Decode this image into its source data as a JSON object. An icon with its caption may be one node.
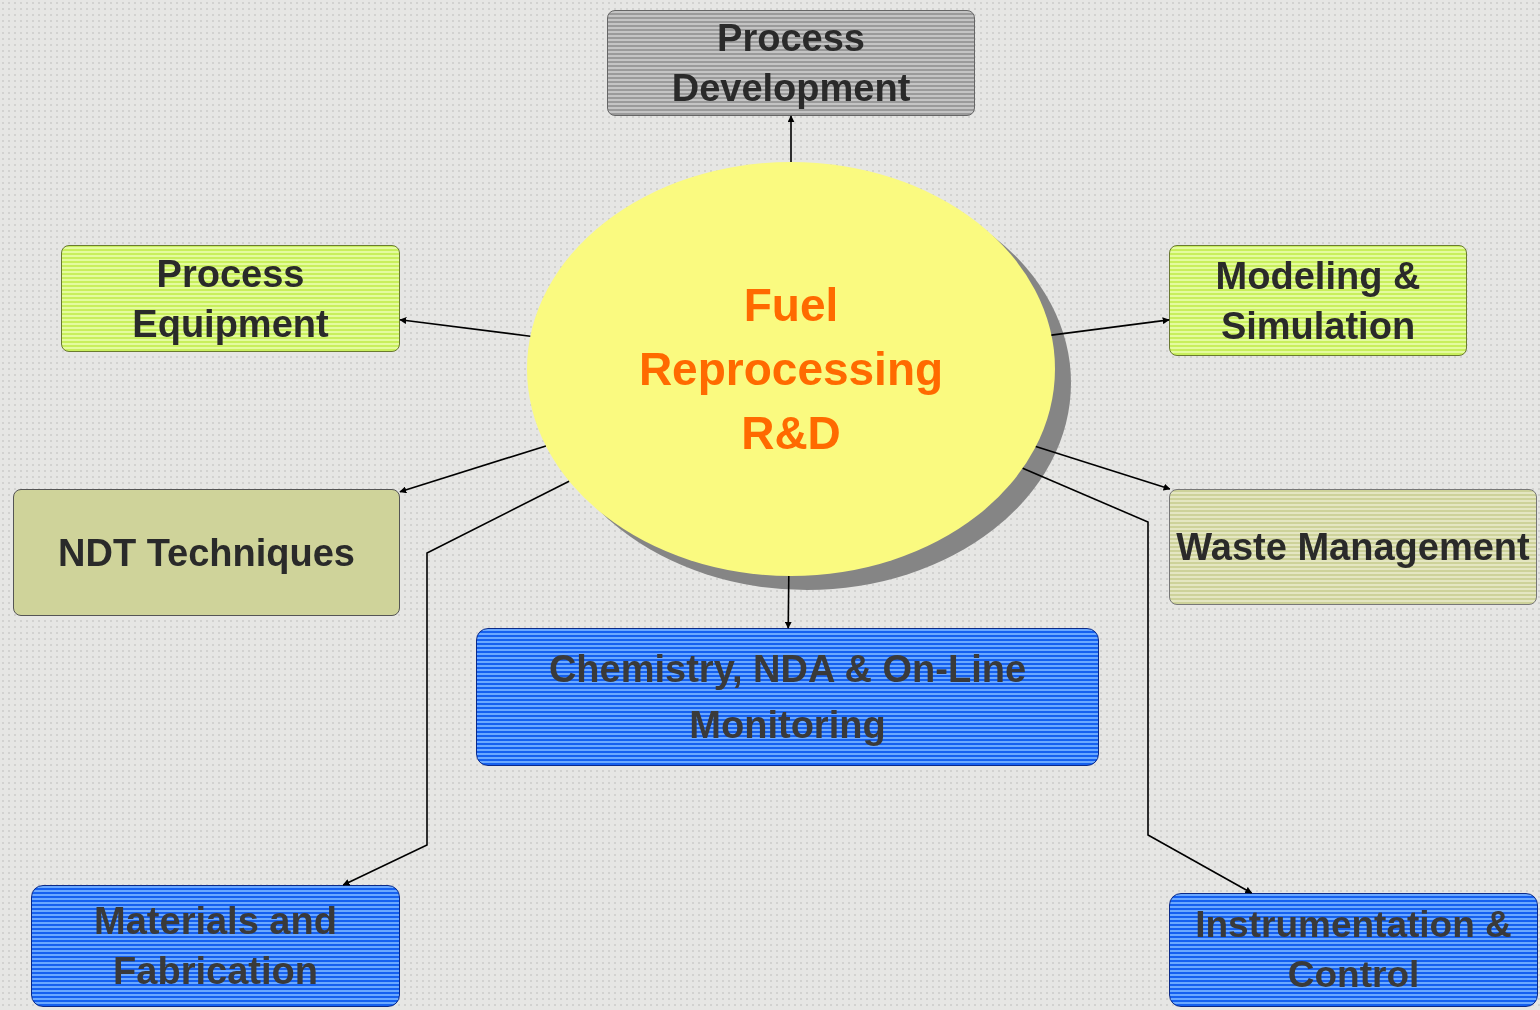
{
  "diagram": {
    "nodes": [
      {
        "text": [
          "Fuel Reprocessing R&D"
        ]
      },
      {
        "text": [
          "Process Development"
        ]
      },
      {
        "text": [
          "Process Equipment"
        ]
      },
      {
        "text": [
          "Modeling & Simulation"
        ]
      },
      {
        "text": [
          "NDT Techniques"
        ]
      },
      {
        "text": [
          "Waste Management"
        ]
      },
      {
        "text": [
          "Chemistry, NDA & On-Line Monitoring"
        ]
      },
      {
        "text": [
          "Materials and Fabrication"
        ]
      },
      {
        "text": [
          "Instrumentation & Control"
        ]
      }
    ],
    "edges": [
      {
        "from": 0,
        "to": 1,
        "arrow": "to"
      },
      {
        "from": 0,
        "to": 2,
        "arrow": "to"
      },
      {
        "from": 0,
        "to": 3,
        "arrow": "to"
      },
      {
        "from": 0,
        "to": 4,
        "arrow": "to"
      },
      {
        "from": 0,
        "to": 5,
        "arrow": "to"
      },
      {
        "from": 0,
        "to": 6,
        "arrow": "to"
      },
      {
        "from": 0,
        "to": 7,
        "arrow": "to"
      },
      {
        "from": 0,
        "to": 8,
        "arrow": "to"
      }
    ]
  }
}
